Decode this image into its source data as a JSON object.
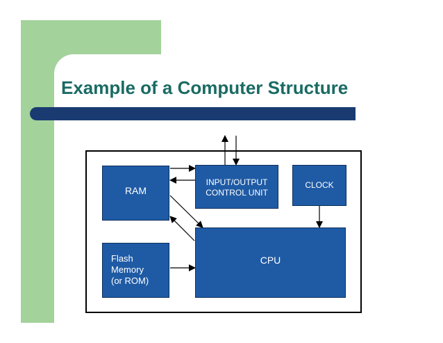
{
  "slide": {
    "title": "Example of a Computer Structure",
    "colors": {
      "green_accent": "#a3d29a",
      "title_text": "#196b63",
      "title_bar": "#193b72",
      "block_fill": "#1f5ba5"
    }
  },
  "diagram": {
    "blocks": {
      "ram": "RAM",
      "io_control": "INPUT/OUTPUT\nCONTROL UNIT",
      "clock": "CLOCK",
      "cpu": "CPU",
      "flash": "Flash\nMemory\n(or ROM)"
    }
  }
}
